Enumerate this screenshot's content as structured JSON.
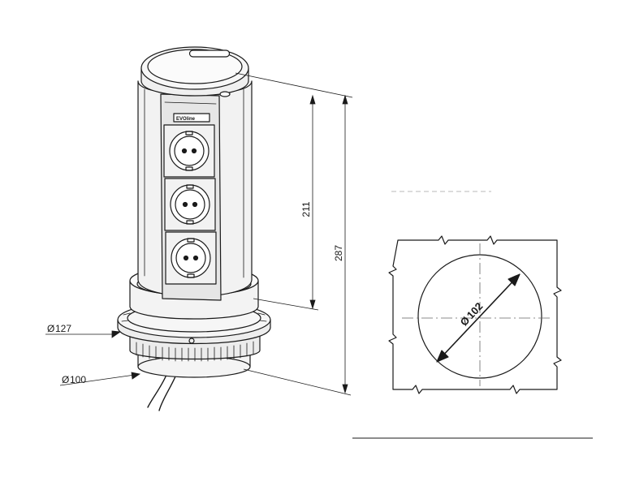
{
  "dimensions": {
    "height_total": "287",
    "height_extended": "211",
    "diameter_flange": "127",
    "diameter_body": "100",
    "diameter_cutout": "102",
    "diameter_symbol": "Ø"
  },
  "product": {
    "brand_label": "EVOline",
    "socket_count": 3
  },
  "colors": {
    "line": "#1a1a1a",
    "body_fill": "#f2f2f2",
    "panel_fill": "#e6e6e6",
    "centerline": "#666666"
  }
}
